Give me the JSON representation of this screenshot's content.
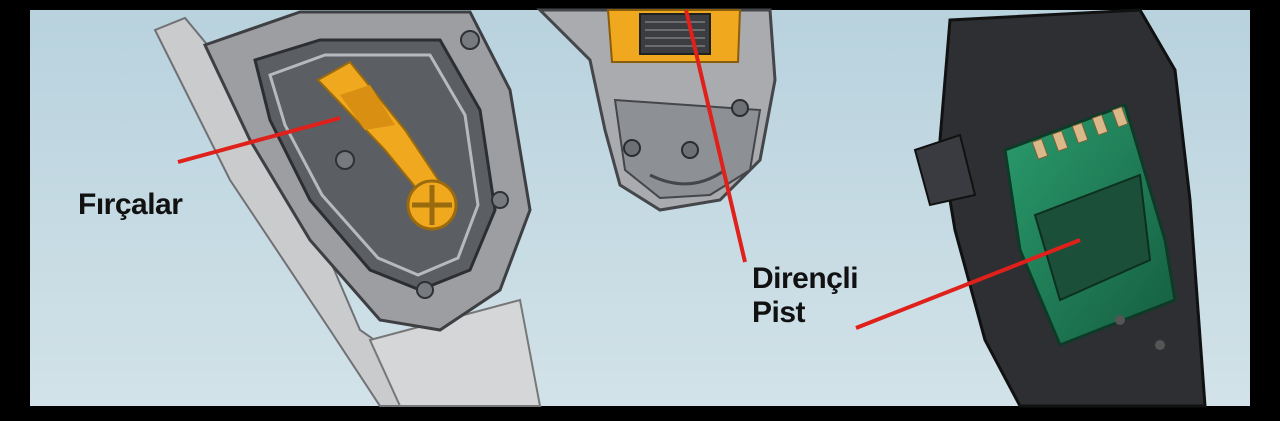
{
  "labels": {
    "brushes": "Fırçalar",
    "track_line1": "Dirençli",
    "track_line2": "Pist"
  },
  "colors": {
    "background": "#c7dbe4",
    "frame": "#000000",
    "housing_light": "#a9abae",
    "housing_dark": "#4a4c50",
    "wiper_gold": "#f0a81e",
    "pcb_green": "#1e7a55",
    "pointer_red": "#e0201a",
    "text": "#111111"
  }
}
